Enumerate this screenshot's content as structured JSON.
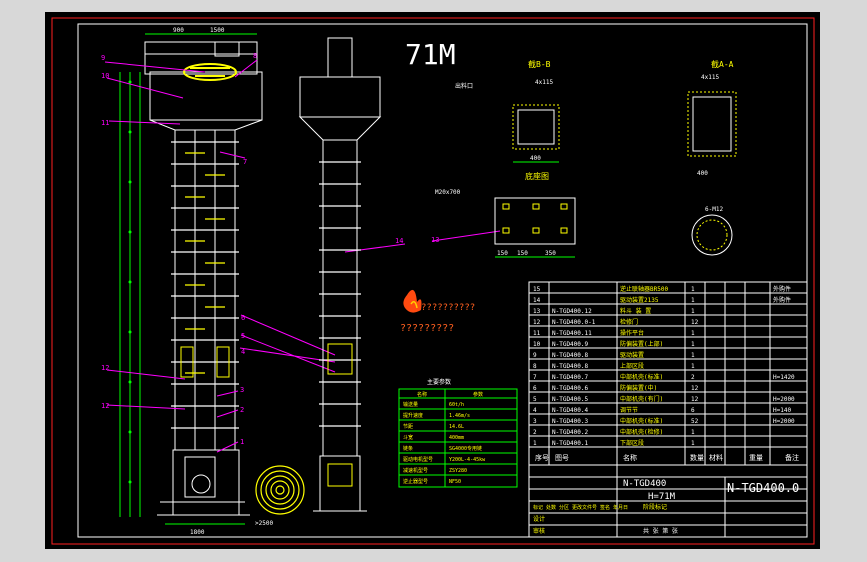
{
  "drawing": {
    "big_title": "71M"
  },
  "sections": {
    "a": "截B-B",
    "a_note": "出料口",
    "a_width": "400",
    "a_holes": "4x115",
    "b": "截A-A",
    "b_width": "400",
    "b_holes": "4x115",
    "b_bolts": "6-M12",
    "base": "底座图",
    "base_spec": "M20x700",
    "base_d1": "150",
    "base_d2": "150",
    "base_d3": "350"
  },
  "watermark": {
    "line1": "??????????",
    "line2": "?????????"
  },
  "params": {
    "title": "主要参数",
    "head_name": "名称",
    "head_value": "参数",
    "rows": [
      {
        "name": "输送量",
        "value": "60t/h"
      },
      {
        "name": "提升速度",
        "value": "1.46m/s"
      },
      {
        "name": "节距",
        "value": "14.6L"
      },
      {
        "name": "斗宽",
        "value": "400mm"
      },
      {
        "name": "链条",
        "value": "SG4000专用链"
      },
      {
        "name": "驱动电机型号",
        "value": "Y200L-4-45kw"
      },
      {
        "name": "减速机型号",
        "value": "ZSY280"
      },
      {
        "name": "逆止器型号",
        "value": "NF50"
      }
    ]
  },
  "parts": {
    "header": {
      "no": "序号",
      "code": "图号",
      "name": "名称",
      "qty": "数量",
      "material": "材料",
      "weight": "重量",
      "remark": "备注"
    },
    "rows": [
      {
        "no": "15",
        "code": "",
        "name": "逆止联轴器BR500",
        "qty": "1",
        "material": "",
        "weight": "",
        "remark": "外购件"
      },
      {
        "no": "14",
        "code": "",
        "name": "驱动装置2135",
        "qty": "1",
        "material": "",
        "weight": "",
        "remark": "外购件"
      },
      {
        "no": "13",
        "code": "N-TGD400.12",
        "qty": "1",
        "name": "料斗 装 置",
        "material": "",
        "weight": "",
        "remark": ""
      },
      {
        "no": "12",
        "code": "N-TGD400.0-1",
        "name": "检修门",
        "qty": "12",
        "material": "",
        "weight": "",
        "remark": ""
      },
      {
        "no": "11",
        "code": "N-TGD400.11",
        "name": "操作平台",
        "qty": "1",
        "material": "",
        "weight": "",
        "remark": ""
      },
      {
        "no": "10",
        "code": "N-TGD400.9",
        "name": "防偏装置(上部)",
        "qty": "1",
        "material": "",
        "weight": "",
        "remark": ""
      },
      {
        "no": "9",
        "code": "N-TGD400.8",
        "name": "驱动装置",
        "qty": "1",
        "material": "",
        "weight": "",
        "remark": ""
      },
      {
        "no": "8",
        "code": "N-TGD400.8",
        "name": "上部区段",
        "qty": "1",
        "material": "",
        "weight": "",
        "remark": ""
      },
      {
        "no": "7",
        "code": "N-TGD400.7",
        "name": "中部机壳(标准)",
        "qty": "2",
        "material": "",
        "weight": "",
        "remark": "H=1420"
      },
      {
        "no": "6",
        "code": "N-TGD400.6",
        "name": "防偏装置(中)",
        "qty": "12",
        "material": "",
        "weight": "",
        "remark": ""
      },
      {
        "no": "5",
        "code": "N-TGD400.5",
        "name": "中部机壳(有门)",
        "qty": "12",
        "material": "",
        "weight": "",
        "remark": "H=2000"
      },
      {
        "no": "4",
        "code": "N-TGD400.4",
        "name": "调节节",
        "qty": "6",
        "material": "",
        "weight": "",
        "remark": "H=140"
      },
      {
        "no": "3",
        "code": "N-TGD400.3",
        "name": "中部机壳(标准)",
        "qty": "52",
        "material": "",
        "weight": "",
        "remark": "H=2000"
      },
      {
        "no": "2",
        "code": "N-TGD400.2",
        "name": "中部机壳(检修)",
        "qty": "1",
        "material": "",
        "weight": "",
        "remark": ""
      },
      {
        "no": "1",
        "code": "N-TGD400.1",
        "name": "下部区段",
        "qty": "1",
        "material": "",
        "weight": "",
        "remark": ""
      }
    ]
  },
  "title_block": {
    "model": "N-TGD400",
    "height": "H=71M",
    "drawing_number": "N-TGD400.0",
    "revision_note": "标记 处数 分区 更改文件号 签名 年月日",
    "designed": "设计",
    "checked": "审核",
    "stage": "阶段标记",
    "sheet": "共 张 第 张"
  },
  "balloons": {
    "b1": "1",
    "b2": "2",
    "b3": "3",
    "b4": "4",
    "b5": "5",
    "b6": "6",
    "b7": "7",
    "b8": "8",
    "b9": "9",
    "b10": "10",
    "b11": "11",
    "b12a": "12",
    "b12b": "12",
    "b13": "13",
    "b14": "14"
  },
  "dims": {
    "top_a": "900",
    "top_b": "1500",
    "bottom": "1800",
    "bottom_b": ">2500"
  },
  "colors": {
    "background": "#000000",
    "frame": "#ff2020",
    "line": "#ffffff",
    "dimension": "#00ff00",
    "annotation": "#ffff00",
    "leader": "#ff00ff"
  }
}
